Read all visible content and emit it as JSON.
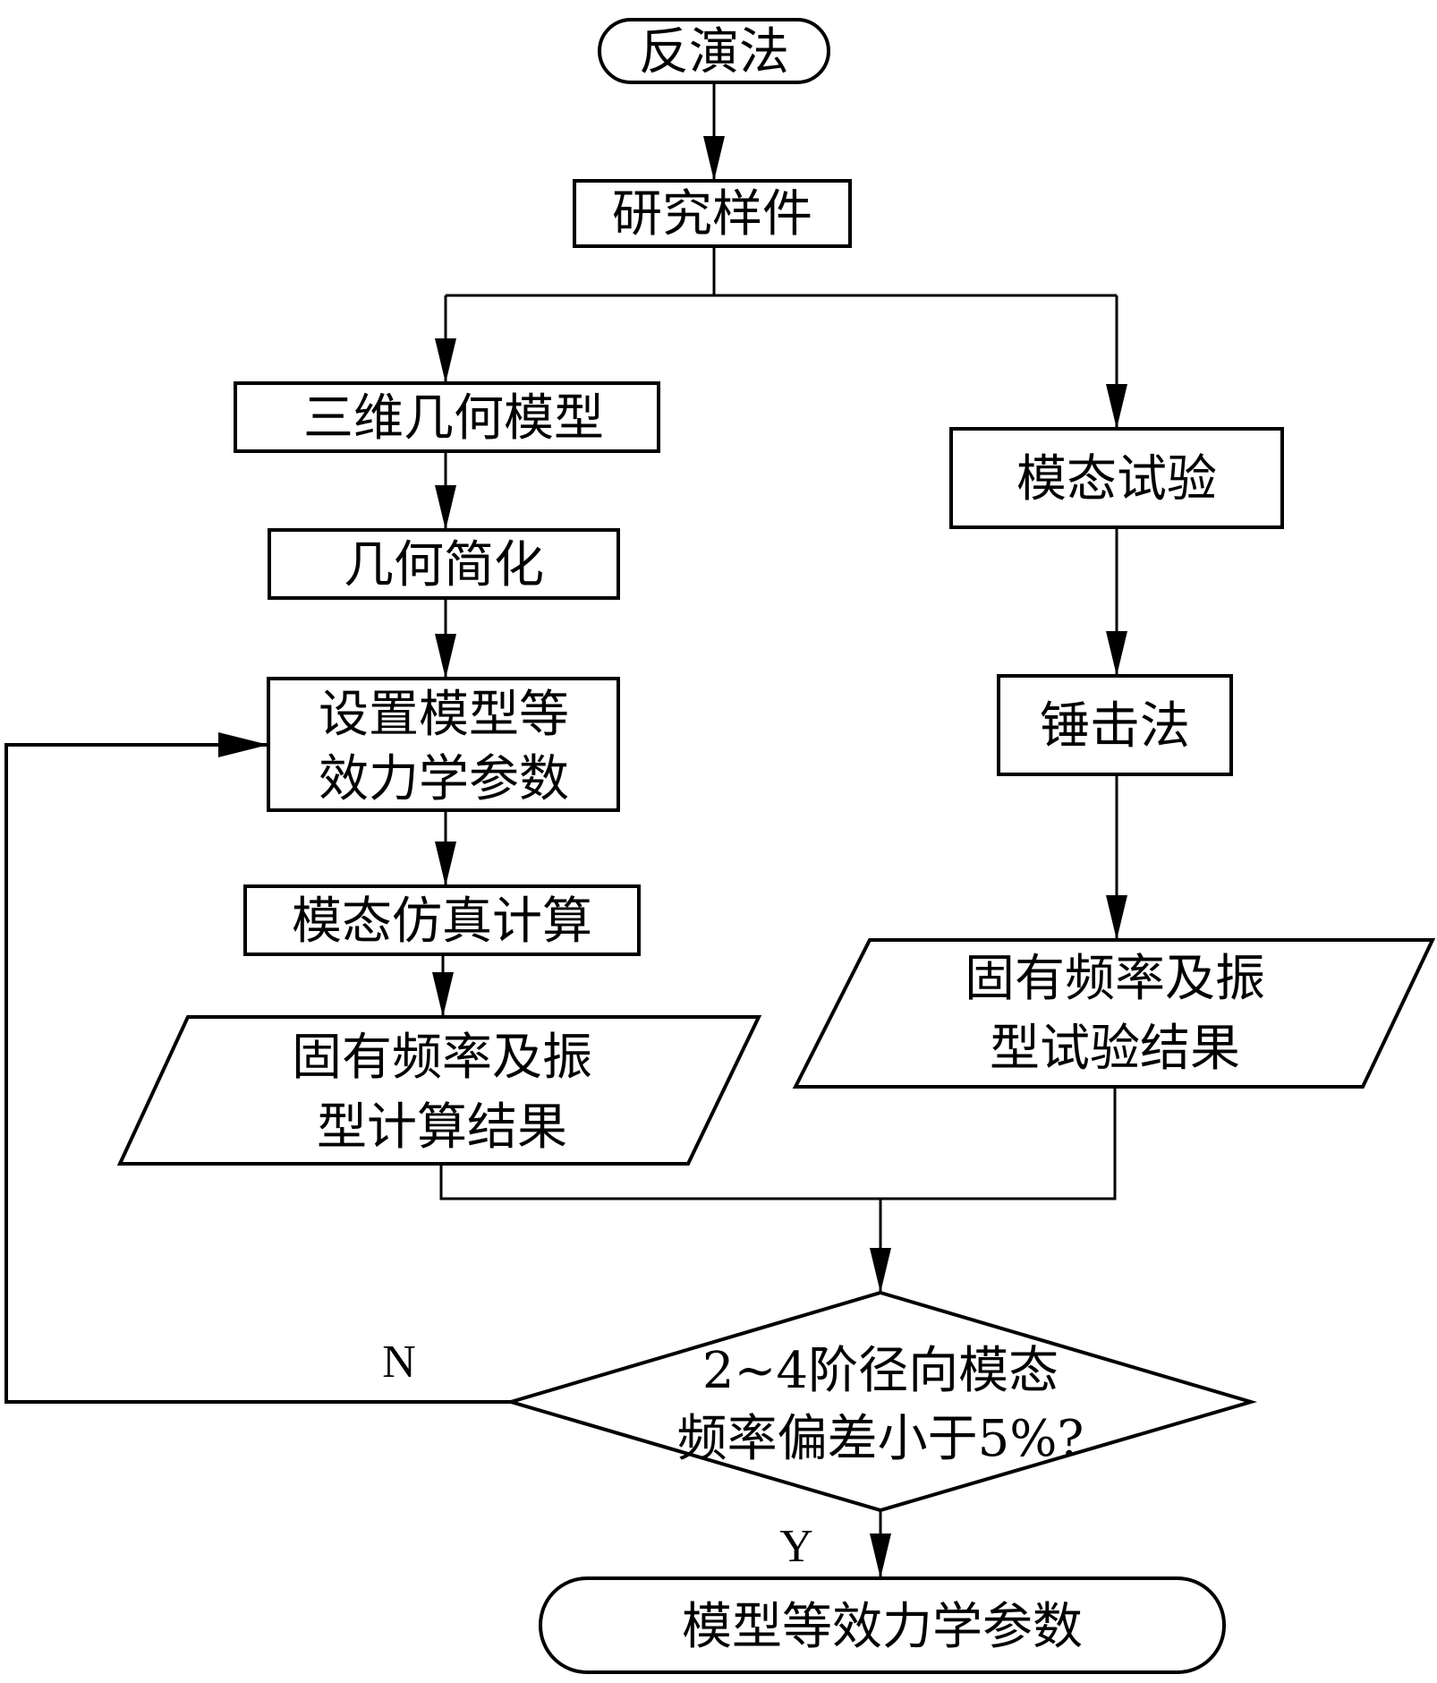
{
  "diagram": {
    "type": "flowchart",
    "nodes": {
      "start": {
        "shape": "terminal",
        "lines": [
          "反演法"
        ]
      },
      "sample": {
        "shape": "process",
        "lines": [
          "研究样件"
        ]
      },
      "model3d": {
        "shape": "process",
        "lines": [
          "三维几何模型"
        ]
      },
      "simplify": {
        "shape": "process",
        "lines": [
          "几何简化"
        ]
      },
      "set_params": {
        "shape": "process",
        "lines": [
          "设置模型等",
          "效力学参数"
        ]
      },
      "modal_sim": {
        "shape": "process",
        "lines": [
          "模态仿真计算"
        ]
      },
      "calc_result": {
        "shape": "data",
        "lines": [
          "固有频率及振",
          "型计算结果"
        ]
      },
      "modal_test": {
        "shape": "process",
        "lines": [
          "模态试验"
        ]
      },
      "hammer": {
        "shape": "process",
        "lines": [
          "锤击法"
        ]
      },
      "test_result": {
        "shape": "data",
        "lines": [
          "固有频率及振",
          "型试验结果"
        ]
      },
      "decision": {
        "shape": "decision",
        "lines": [
          "2~4阶径向模态",
          "频率偏差小于5%?"
        ]
      },
      "end": {
        "shape": "terminal",
        "lines": [
          "模型等效力学参数"
        ]
      }
    },
    "edge_labels": {
      "no": "N",
      "yes": "Y"
    },
    "edges": [
      {
        "from": "start",
        "to": "sample"
      },
      {
        "from": "sample",
        "to": "model3d"
      },
      {
        "from": "sample",
        "to": "modal_test"
      },
      {
        "from": "model3d",
        "to": "simplify"
      },
      {
        "from": "simplify",
        "to": "set_params"
      },
      {
        "from": "set_params",
        "to": "modal_sim"
      },
      {
        "from": "modal_sim",
        "to": "calc_result"
      },
      {
        "from": "modal_test",
        "to": "hammer"
      },
      {
        "from": "hammer",
        "to": "test_result"
      },
      {
        "from": "calc_result",
        "to": "decision"
      },
      {
        "from": "test_result",
        "to": "decision"
      },
      {
        "from": "decision",
        "to": "set_params",
        "label": "N"
      },
      {
        "from": "decision",
        "to": "end",
        "label": "Y"
      }
    ]
  }
}
